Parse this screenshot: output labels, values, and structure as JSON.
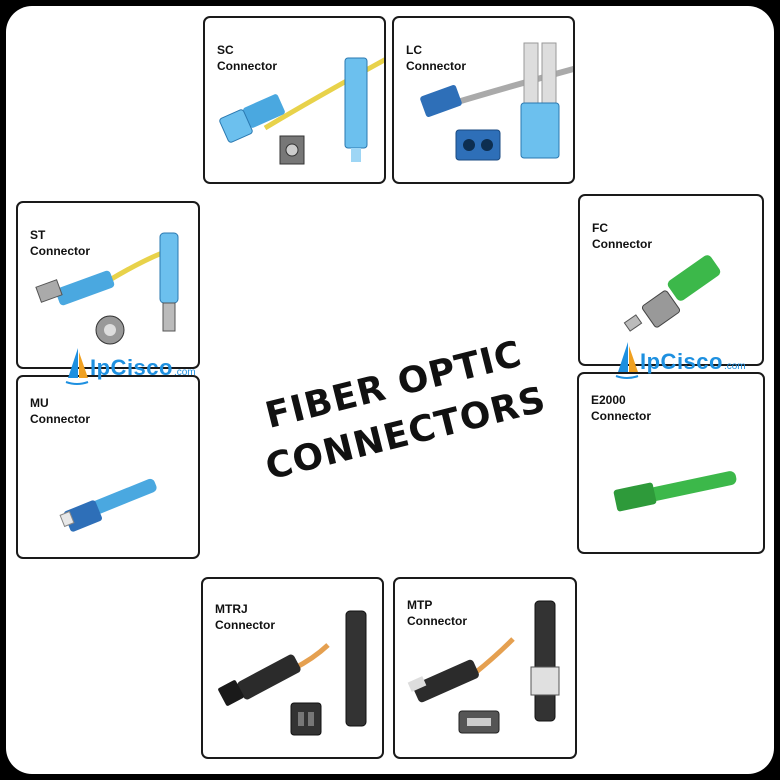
{
  "title": {
    "line1": "FIBER OPTIC",
    "line2": "CONNECTORS"
  },
  "watermark": {
    "brand": "IpCisco",
    "domain": ".com"
  },
  "colors": {
    "blue_connector": "#4aa8e0",
    "yellow_cable": "#e8d24a",
    "orange_cable": "#e5a050",
    "green_connector": "#3cb84a",
    "dark_connector": "#2b2b2b",
    "watermark_blue": "#1e90e0"
  },
  "cards": [
    {
      "id": "sc",
      "label": "SC\nConnector"
    },
    {
      "id": "lc",
      "label": "LC\nConnector"
    },
    {
      "id": "st",
      "label": "ST\nConnector"
    },
    {
      "id": "fc",
      "label": "FC\nConnector"
    },
    {
      "id": "mu",
      "label": "MU\nConnector"
    },
    {
      "id": "e2000",
      "label": "E2000\nConnector"
    },
    {
      "id": "mtrj",
      "label": "MTRJ\nConnector"
    },
    {
      "id": "mtp",
      "label": "MTP\nConnector"
    }
  ]
}
